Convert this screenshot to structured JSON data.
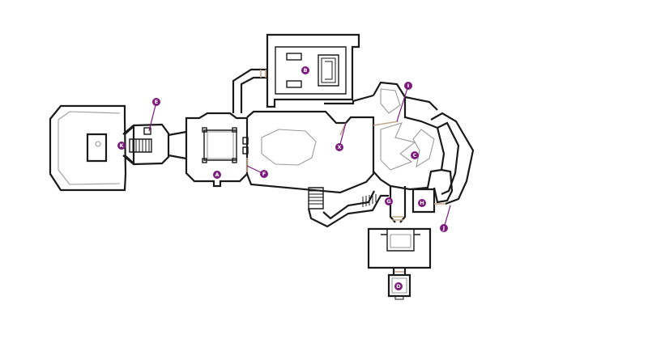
{
  "colors": {
    "background": "#ffffff",
    "wall": "#1a1a1a",
    "detail": "#9a9a9a",
    "door": "#c4a78c",
    "marker": "#7b1b7b",
    "marker_text": "#ffffff"
  },
  "markers": [
    {
      "id": "a",
      "label": "A"
    },
    {
      "id": "b",
      "label": "B"
    },
    {
      "id": "c",
      "label": "C"
    },
    {
      "id": "d",
      "label": "D"
    },
    {
      "id": "e",
      "label": "E"
    },
    {
      "id": "f",
      "label": "F"
    },
    {
      "id": "g",
      "label": "G"
    },
    {
      "id": "h",
      "label": "H"
    },
    {
      "id": "i",
      "label": "I"
    },
    {
      "id": "j",
      "label": "J"
    },
    {
      "id": "k",
      "label": "K"
    },
    {
      "id": "x1",
      "label": "X"
    }
  ]
}
